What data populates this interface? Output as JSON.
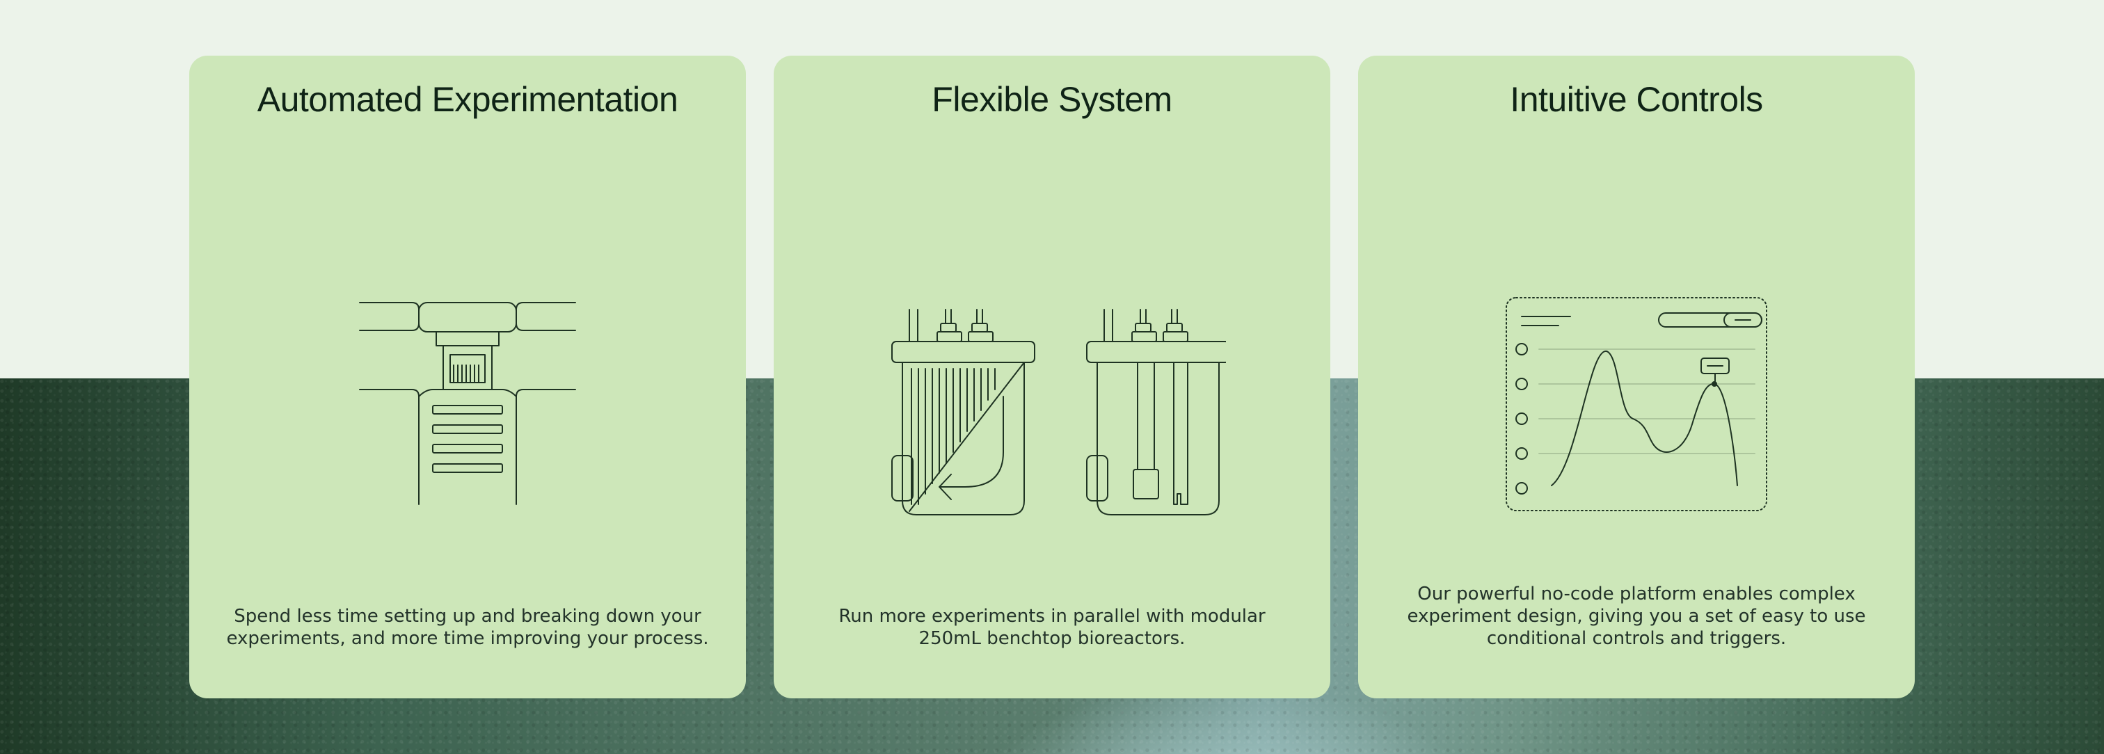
{
  "colors": {
    "card_bg": "#cde7b9",
    "page_bg": "#ecf3ea",
    "title_text": "#0f2316",
    "body_text": "#23332a",
    "line_art": "#1e3322"
  },
  "features": [
    {
      "title": "Automated Experimentation",
      "description": "Spend less time setting up and breaking down your experiments, and more time improving your process.",
      "icon": "pipette-manifold-icon"
    },
    {
      "title": "Flexible System",
      "description": "Run more experiments in parallel with modular 250mL benchtop bioreactors.",
      "icon": "modular-bioreactors-icon"
    },
    {
      "title": "Intuitive Controls",
      "description": "Our powerful no-code platform enables complex experiment design, giving you a set of easy to use conditional controls and triggers.",
      "icon": "control-dashboard-icon"
    }
  ]
}
